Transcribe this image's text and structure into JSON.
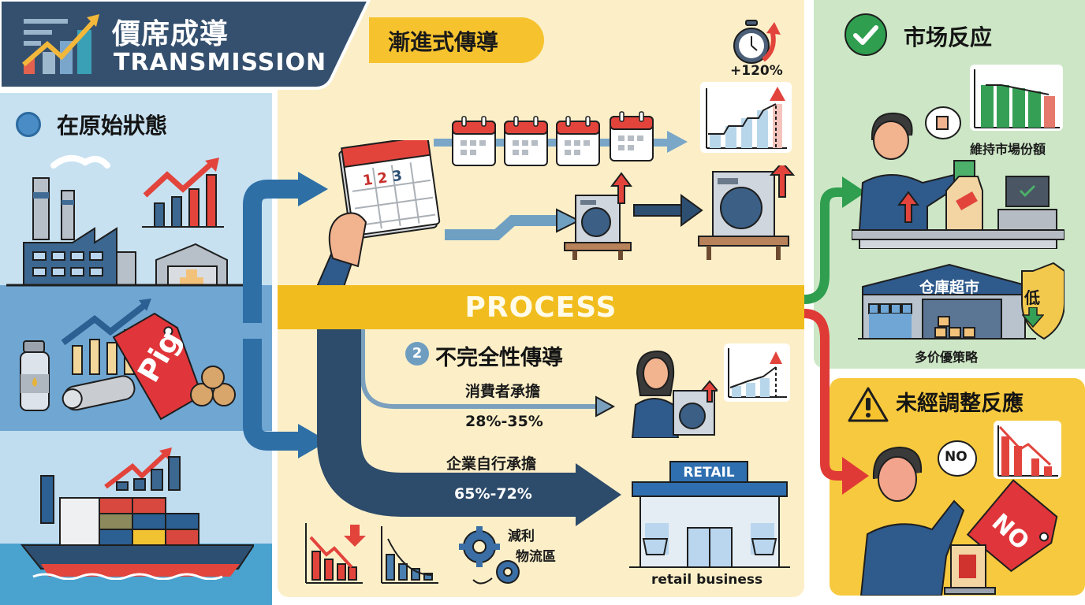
{
  "header": {
    "title": "價席成導",
    "subtitle": "TRANSMISSION"
  },
  "left_panel": {
    "title": "在原始狀態",
    "price_tag_label": "Pig"
  },
  "middle_panel": {
    "gradual_title": "漸進式傳導",
    "timer_value": "+120%",
    "calendar_digits": [
      "1",
      "2",
      "3"
    ],
    "process_label": "PROCESS",
    "incomplete": {
      "step_number": "2",
      "title": "不完全性傳導",
      "consumer_label": "消費者承擔",
      "consumer_share": "28%-35%",
      "company_label": "企業自行承擔",
      "company_share": "65%-72%",
      "cost_notes": [
        "減利",
        "物流區"
      ],
      "store_sign": "RETAIL",
      "store_caption": "retail business"
    }
  },
  "right_panel": {
    "market_title": "市场反应",
    "market_share_caption": "維持市場份額",
    "warehouse_sign": "仓庫超市",
    "shield_label": "低",
    "warehouse_caption": "多价優策略",
    "unadjusted_title": "未經調整反應",
    "speech_bubble": "NO",
    "reject_tag": "NO"
  },
  "colors": {
    "navy": "#2f4f6e",
    "blue": "#2e6fa6",
    "yellow": "#f1bd1e",
    "cream": "#fcefc8",
    "green_panel": "#cde7c6",
    "green": "#2f9e4f",
    "red": "#e03a36",
    "sky": "#c7e1f1"
  }
}
